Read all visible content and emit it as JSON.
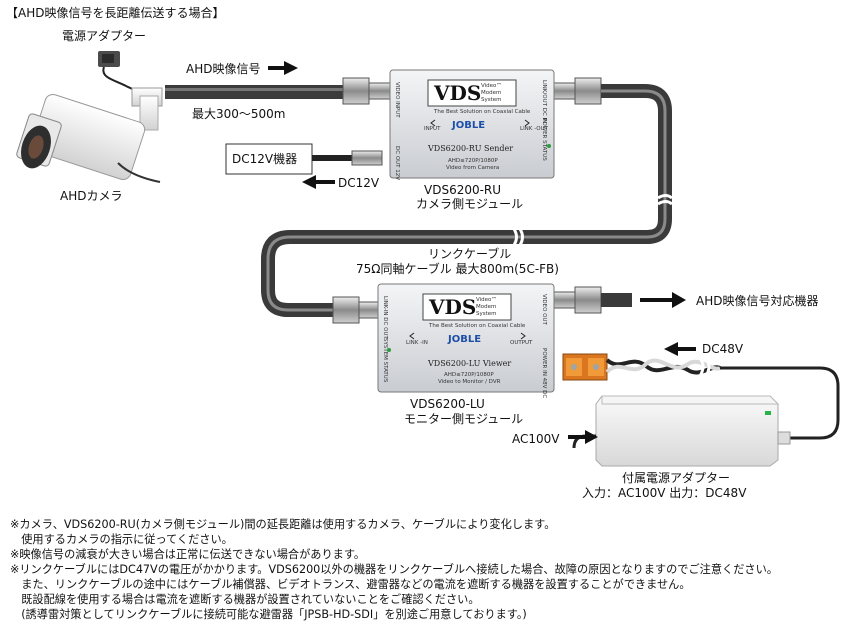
{
  "header": "【AHD映像信号を長距離伝送する場合】",
  "camera": {
    "adapter_label": "電源アダプター",
    "name": "AHDカメラ",
    "signal_label": "AHD映像信号",
    "distance_label": "最大300～500m"
  },
  "dc12v_device": "DC12V機器",
  "dc12v_arrow_label": "DC12V",
  "sender": {
    "brand": "VDS",
    "brand_sub": [
      "Video™",
      "Modem",
      "System"
    ],
    "tagline": "The Best Solution on Coaxial Cable",
    "maker": "JOBLE",
    "model_line": "VDS6200-RU Sender",
    "format_line": "AHD≤720P/1080P",
    "desc_line": "Video from Camera",
    "port_left": "INPUT",
    "port_right": "LINK -OUT",
    "side_left": "VIDEO INPUT",
    "side_right": "LINK/OUT DC IN",
    "side_bottom": "DC OUT 12V",
    "status_label": "POWER STATUS",
    "label": "VDS6200-RU",
    "sublabel": "カメラ側モジュール"
  },
  "link_cable": {
    "line1": "リンクケーブル",
    "line2": "75Ω同軸ケーブル 最大800m(5C-FB)"
  },
  "viewer": {
    "brand": "VDS",
    "brand_sub": [
      "Video™",
      "Modem",
      "System"
    ],
    "tagline": "The Best Solution on Coaxial Cable",
    "maker": "JOBLE",
    "model_line": "VDS6200-LU Viewer",
    "format_line": "AHD≤720P/1080P",
    "desc_line": "Video to Monitor / DVR",
    "port_left": "LINK -IN",
    "port_right": "OUTPUT",
    "side_left": "LINK-IN DC OUT",
    "side_right": "VIDEO OUT",
    "side_power": "POWER IN 48V DC",
    "status_label": "SYSTEM STATUS",
    "label": "VDS6200-LU",
    "sublabel": "モニター側モジュール"
  },
  "ahd_output_label": "AHD映像信号対応機器",
  "dc48v_label": "DC48V",
  "ac100v_label": "AC100V",
  "power_adapter": {
    "name": "付属電源アダプター",
    "spec": "入力：AC100V 出力：DC48V"
  },
  "notes": [
    "※カメラ、VDS6200-RU(カメラ側モジュール)間の延長距離は使用するカメラ、ケーブルにより変化します。",
    "　使用するカメラの指示に従ってください。",
    "※映像信号の減衰が大きい場合は正常に伝送できない場合があります。",
    "※リンクケーブルにはDC47Vの電圧がかかります。VDS6200以外の機器をリンクケーブルへ接続した場合、故障の原因となりますのでご注意ください。",
    "　また、リンクケーブルの途中にはケーブル補償器、ビデオトランス、避雷器などの電流を遮断する機器を設置することができません。",
    "　既設配線を使用する場合は電流を遮断する機器が設置されていないことをご確認ください。",
    "　(誘導雷対策としてリンクケーブルに接続可能な避雷器「JPSB-HD-SDI」を別途ご用意しております。)"
  ]
}
